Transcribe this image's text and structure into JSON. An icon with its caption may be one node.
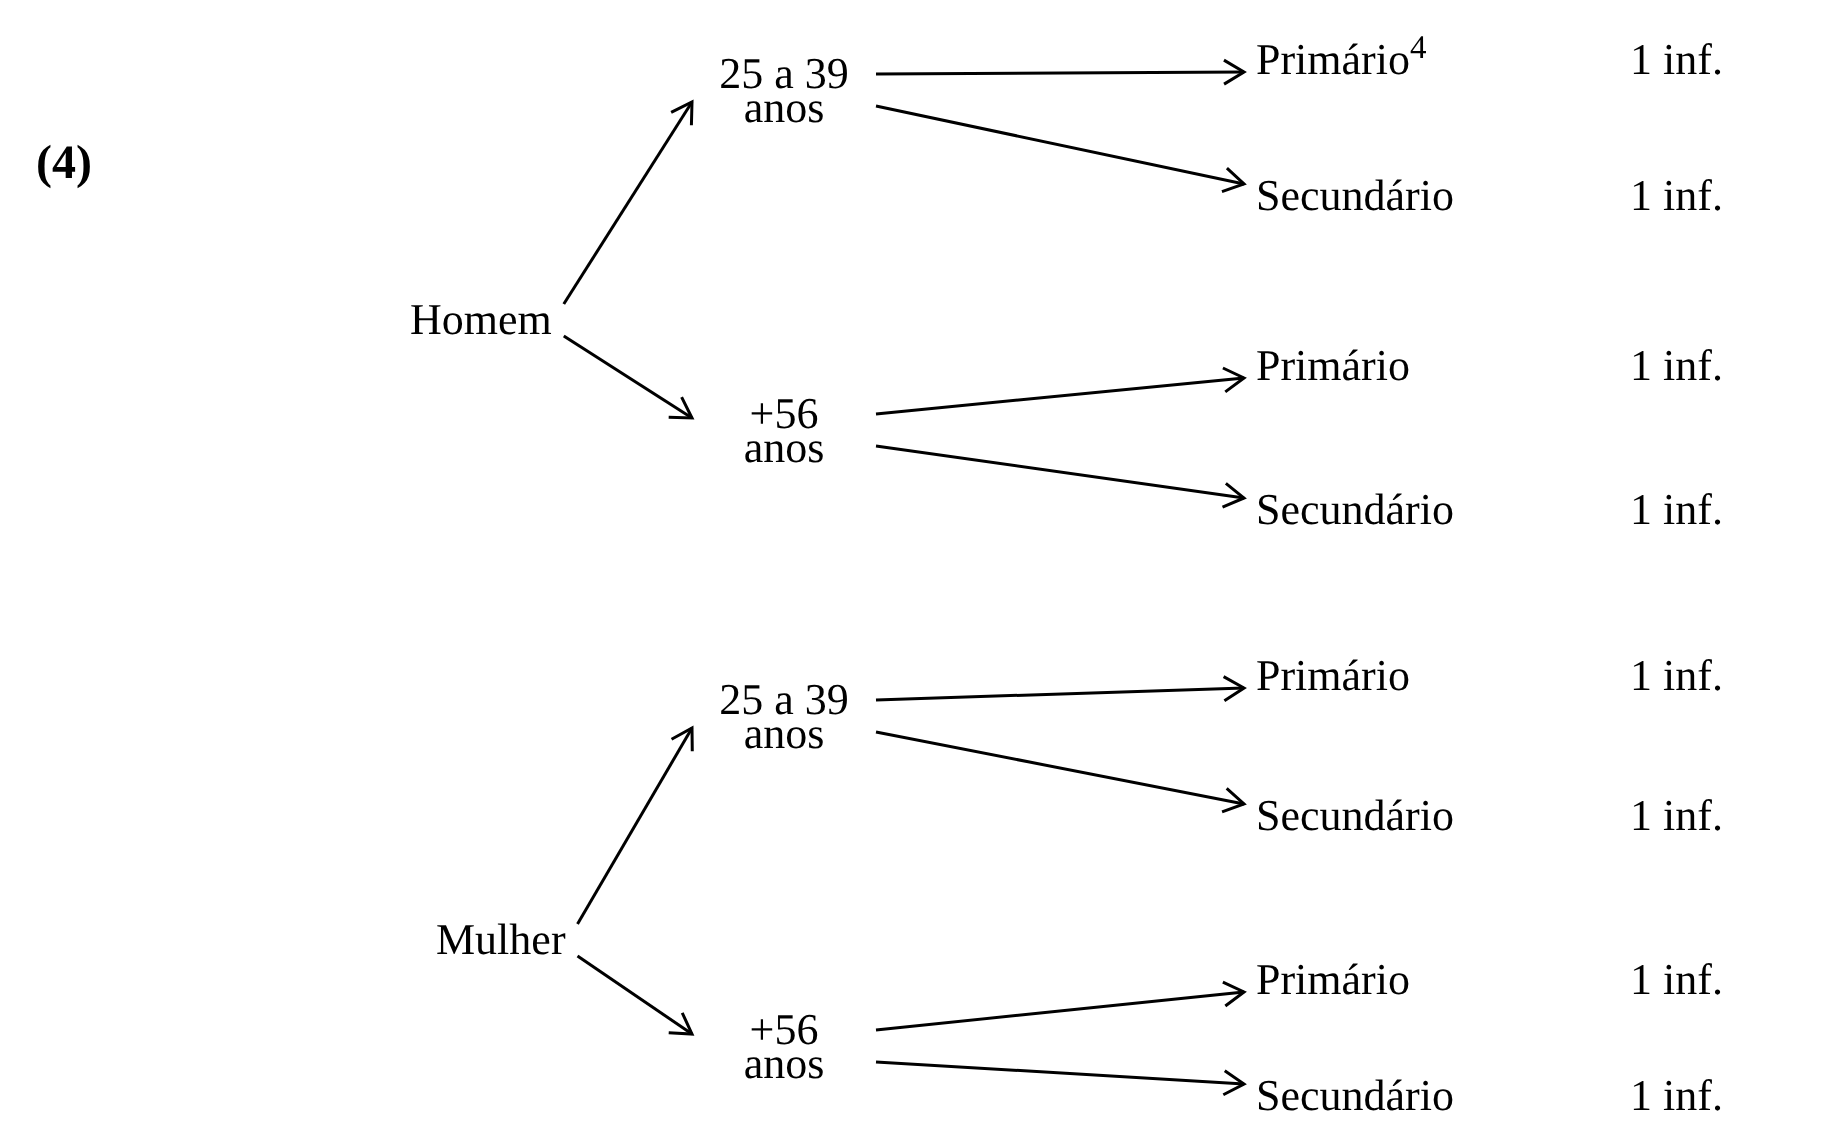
{
  "diagram": {
    "title": "(4)",
    "nodes": [
      {
        "text": [
          "Homem"
        ]
      },
      {
        "text": [
          "25 a 39 anos"
        ]
      },
      {
        "text": [
          "+56 anos"
        ]
      },
      {
        "text": [
          "Primário$^{4}$"
        ],
        "beside": [
          "1 inf."
        ]
      },
      {
        "text": [
          "Secundário"
        ],
        "beside": [
          "1 inf."
        ]
      },
      {
        "text": [
          "Primário"
        ],
        "beside": [
          "1 inf."
        ]
      },
      {
        "text": [
          "Secundário"
        ],
        "beside": [
          "1 inf."
        ]
      },
      {
        "text": [
          "Mulher"
        ]
      },
      {
        "text": [
          "25 a 39 anos"
        ]
      },
      {
        "text": [
          "+56 anos"
        ]
      },
      {
        "text": [
          "Primário"
        ],
        "beside": [
          "1 inf."
        ]
      },
      {
        "text": [
          "Secundário"
        ],
        "beside": [
          "1 inf."
        ]
      },
      {
        "text": [
          "Primário"
        ],
        "beside": [
          "1 inf."
        ]
      },
      {
        "text": [
          "Secundário"
        ],
        "beside": [
          "1 inf."
        ]
      }
    ],
    "edges": [
      {
        "from": 0,
        "to": 1,
        "arrow": "to"
      },
      {
        "from": 0,
        "to": 2,
        "arrow": "to"
      },
      {
        "from": 1,
        "to": 3,
        "arrow": "to"
      },
      {
        "from": 1,
        "to": 4,
        "arrow": "to"
      },
      {
        "from": 2,
        "to": 5,
        "arrow": "to"
      },
      {
        "from": 2,
        "to": 6,
        "arrow": "to"
      },
      {
        "from": 7,
        "to": 8,
        "arrow": "to"
      },
      {
        "from": 7,
        "to": 9,
        "arrow": "to"
      },
      {
        "from": 8,
        "to": 10,
        "arrow": "to"
      },
      {
        "from": 8,
        "to": 11,
        "arrow": "to"
      },
      {
        "from": 9,
        "to": 12,
        "arrow": "to"
      },
      {
        "from": 9,
        "to": 13,
        "arrow": "to"
      }
    ]
  }
}
